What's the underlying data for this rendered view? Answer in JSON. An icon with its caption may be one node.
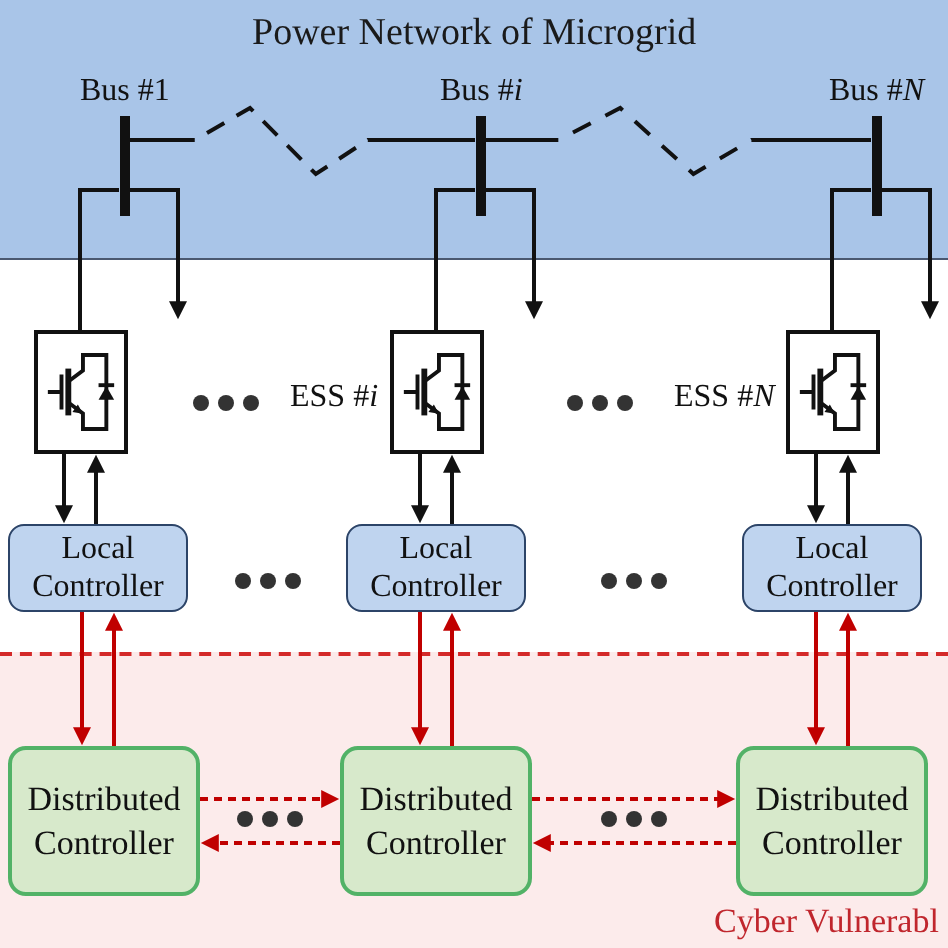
{
  "diagram": {
    "nodes": [
      {
        "text": [
          "Power Network of Microgrid"
        ]
      },
      {
        "text": [],
        "shape": "bar",
        "beside": [
          "Bus #1"
        ],
        "in": 0
      },
      {
        "text": [],
        "shape": "bar",
        "beside": [
          "Bus #*i*"
        ],
        "in": 0
      },
      {
        "text": [],
        "shape": "bar",
        "beside": [
          "Bus #*N*"
        ],
        "in": 0
      },
      {
        "text": [],
        "shape": "box"
      },
      {
        "text": [],
        "shape": "box",
        "beside": [
          "ESS #*i*"
        ]
      },
      {
        "text": [],
        "shape": "box",
        "beside": [
          "ESS #*N*"
        ]
      },
      {
        "text": [
          "Local Controller"
        ]
      },
      {
        "text": [
          "Local Controller"
        ]
      },
      {
        "text": [
          "Local Controller"
        ]
      },
      {
        "text": [
          "Cyber Vulnerabl"
        ]
      },
      {
        "text": [
          "Distributed Controller"
        ],
        "in": 10
      },
      {
        "text": [
          "Distributed Controller"
        ],
        "in": 10
      },
      {
        "text": [
          "Distributed Controller"
        ],
        "in": 10
      }
    ],
    "edges": [
      {
        "from": 1,
        "to": 2,
        "arrow": "none",
        "style": "dashed"
      },
      {
        "from": 2,
        "to": 3,
        "arrow": "none",
        "style": "dashed"
      },
      {
        "from": 1,
        "to": 4,
        "arrow": "none"
      },
      {
        "from": 1,
        "to": null,
        "arrow": "to"
      },
      {
        "from": 2,
        "to": 5,
        "arrow": "none"
      },
      {
        "from": 2,
        "to": null,
        "arrow": "to"
      },
      {
        "from": 3,
        "to": 6,
        "arrow": "none"
      },
      {
        "from": 3,
        "to": null,
        "arrow": "to"
      },
      {
        "from": 4,
        "to": 7,
        "arrow": "to"
      },
      {
        "from": 7,
        "to": 4,
        "arrow": "to"
      },
      {
        "from": 5,
        "to": 8,
        "arrow": "to"
      },
      {
        "from": 8,
        "to": 5,
        "arrow": "to"
      },
      {
        "from": 6,
        "to": 9,
        "arrow": "to"
      },
      {
        "from": 9,
        "to": 6,
        "arrow": "to"
      },
      {
        "from": 7,
        "to": 11,
        "arrow": "to",
        "color": "#c00000"
      },
      {
        "from": 11,
        "to": 7,
        "arrow": "to",
        "color": "#c00000"
      },
      {
        "from": 8,
        "to": 12,
        "arrow": "to",
        "color": "#c00000"
      },
      {
        "from": 12,
        "to": 8,
        "arrow": "to",
        "color": "#c00000"
      },
      {
        "from": 9,
        "to": 13,
        "arrow": "to",
        "color": "#c00000"
      },
      {
        "from": 13,
        "to": 9,
        "arrow": "to",
        "color": "#c00000"
      },
      {
        "from": 11,
        "to": 12,
        "arrow": "to",
        "style": "dashed",
        "color": "#c00000"
      },
      {
        "from": 12,
        "to": 11,
        "arrow": "to",
        "style": "dashed",
        "color": "#c00000"
      },
      {
        "from": 12,
        "to": 13,
        "arrow": "to",
        "style": "dashed",
        "color": "#c00000"
      },
      {
        "from": 13,
        "to": 12,
        "arrow": "to",
        "style": "dashed",
        "color": "#c00000"
      }
    ]
  }
}
